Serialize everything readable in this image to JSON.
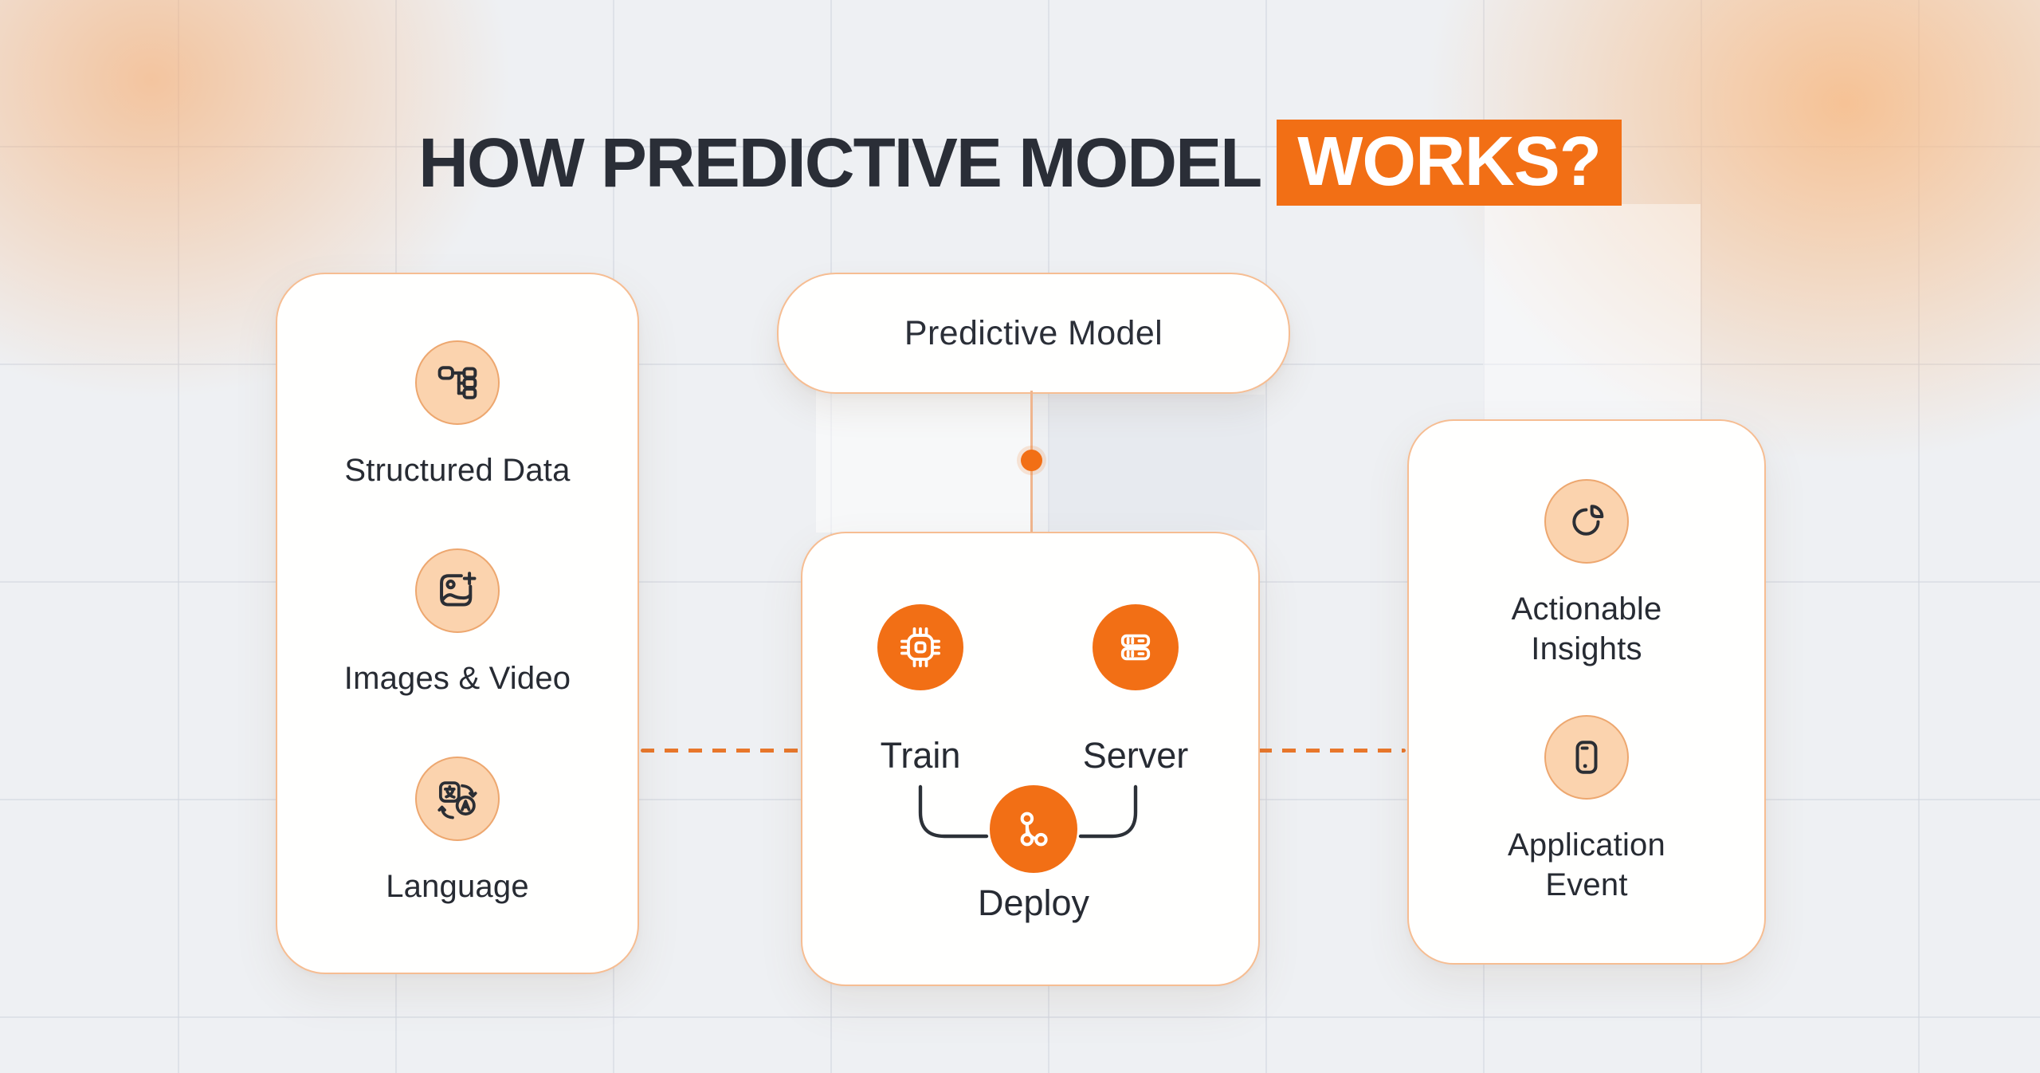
{
  "title": {
    "plain": "HOW PREDICTIVE MODEL",
    "highlight": "WORKS?"
  },
  "colors": {
    "accent_orange": "#f26f15",
    "peach_border": "#f6bd92",
    "peach_fill": "#fbd3ae",
    "dark_text": "#272b33",
    "dashed_connector": "#e8772b",
    "background": "#eef0f3"
  },
  "inputs_card": {
    "items": [
      {
        "label": "Structured Data",
        "icon": "sitemap-icon"
      },
      {
        "label": "Images & Video",
        "icon": "image-plus-icon"
      },
      {
        "label": "Language",
        "icon": "translate-icon"
      }
    ]
  },
  "model": {
    "pill_label": "Predictive Model",
    "steps": [
      {
        "label": "Train",
        "icon": "chip-icon"
      },
      {
        "label": "Server",
        "icon": "server-icon"
      }
    ],
    "deploy": {
      "label": "Deploy",
      "icon": "deploy-icon"
    }
  },
  "outputs_card": {
    "items": [
      {
        "label": "Actionable\nInsights",
        "icon": "pie-chart-icon"
      },
      {
        "label": "Application\nEvent",
        "icon": "smartphone-icon"
      }
    ]
  }
}
